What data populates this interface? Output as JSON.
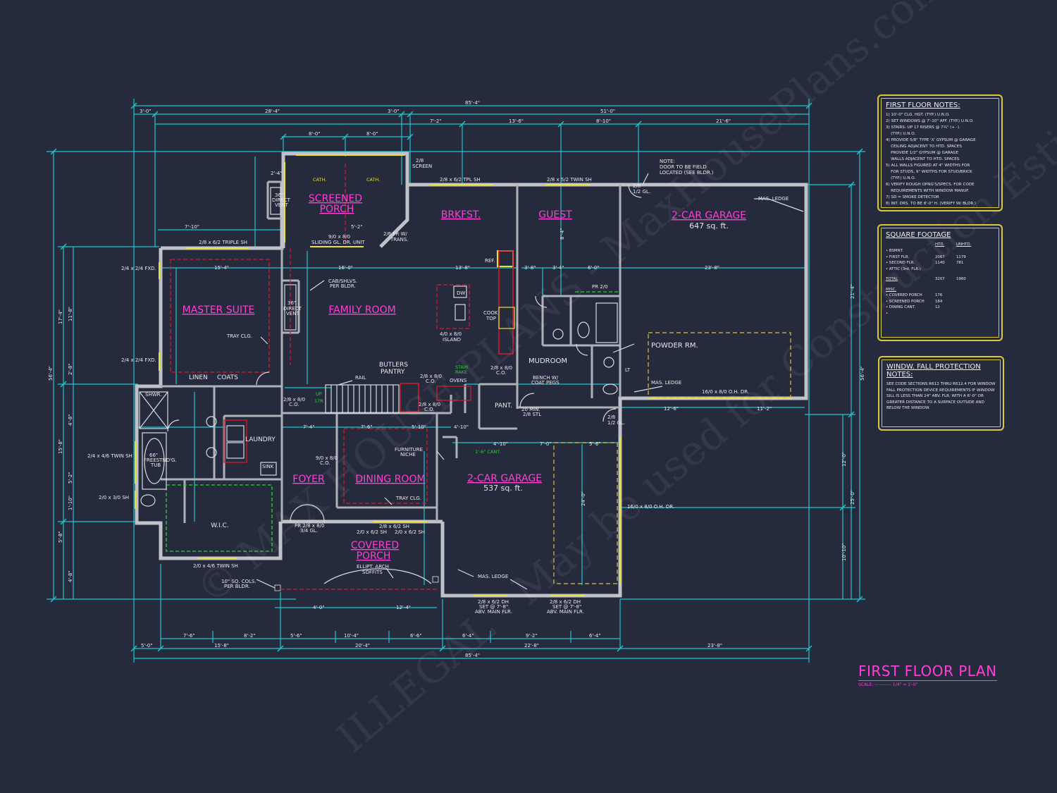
{
  "plan": {
    "title": "FIRST FLOOR PLAN",
    "scale": "SCALE: ----------- 1/4\" = 1'-0\""
  },
  "rooms": {
    "screened_porch": [
      "SCREENED",
      "PORCH"
    ],
    "brkfst": "BRKFST.",
    "guest": "GUEST",
    "garage_2car_a": "2-CAR GARAGE",
    "garage_2car_a_area": "647 sq. ft.",
    "master_suite": "MASTER SUITE",
    "family_room": "FAMILY ROOM",
    "powder_rm": "POWDER RM.",
    "mudroom": "MUDROOM",
    "foyer": "FOYER",
    "dining_room": "DINING ROOM",
    "garage_2car_b": "2-CAR GARAGE",
    "garage_2car_b_area": "537 sq. ft.",
    "covered_porch": [
      "COVERED",
      "PORCH"
    ],
    "wic": "W.I.C.",
    "laundry": "LAUNDRY",
    "linen": "LINEN",
    "coats": "COATS",
    "butlers_pantry": [
      "BUTLERS",
      "PANTRY"
    ],
    "pant": "PANT."
  },
  "notes": {
    "screen": [
      "2/8",
      "SCREEN"
    ],
    "cath_left": "CATH.",
    "cath_right": "CATH.",
    "direct_vent_top": [
      "36\"",
      "DIRECT",
      "VENT"
    ],
    "direct_vent_mid": [
      "36\"",
      "DIRECT",
      "VENT"
    ],
    "sliding": [
      "9/0 x 8/0",
      "SLIDING GL. DR. UNIT"
    ],
    "fr_trans": [
      "2/6 FR W/",
      "TRANS."
    ],
    "tpl_sh": "2/8 x 6/2 TPL SH",
    "twin_sh_top": "2/8 x 5/2 TWIN SH",
    "door_note": [
      "NOTE:",
      "DOOR TO BE FIELD",
      "LOCATED (SEE BLDR.)"
    ],
    "half_gl_top": [
      "2/8",
      "1/2 GL."
    ],
    "mas_ledge_top": "MAS. LEDGE",
    "triple_sh": "2/8 x 6/2 TRIPLE SH",
    "fxd_top": "2/4 x 2/4 FXD.",
    "fxd_mid": "2/4 x 2/4 FXD.",
    "cab_shlvs": [
      "CAB/SHLVS.",
      "PER BLDR."
    ],
    "ref": "REF.",
    "cook_top": [
      "COOK",
      "TOP"
    ],
    "island": [
      "4/0 x 8/0",
      "ISLAND"
    ],
    "dw": "DW",
    "pr_2_0": "PR 2/0",
    "tray_clg_master": "TRAY CLG.",
    "rail": "RAIL",
    "stair_rake": [
      "STAIR",
      "RAKE"
    ],
    "ovens": "OVENS",
    "co_28_80_a": [
      "2/8 x 8/0",
      "C.O."
    ],
    "co_28_80_b": [
      "2/8 x 8/0",
      "C.O."
    ],
    "co_28_80_c": [
      "2/8 x 8/0",
      "C.O."
    ],
    "co_28_80_d": [
      "2/8 x 8/0",
      "C.O."
    ],
    "bench": [
      "BENCH W/",
      "COAT PEGS"
    ],
    "min_stl": [
      "20 MIN.",
      "2/8 STL"
    ],
    "mas_ledge_pr": "MAS. LEDGE",
    "oh_dr_top": "16/0 x 8/0 O.H. DR.",
    "half_gl_mid": [
      "2/8",
      "1/2 GL."
    ],
    "twin_sh_left": "2/4 x 4/6 TWIN SH",
    "freestand": [
      "66\"",
      "FREESTND'G.",
      "TUB"
    ],
    "sh_left_low": "2/0 x 3/0 SH",
    "shwr": "SHWR.",
    "furniture_niche": [
      "FURNITURE",
      "NICHE"
    ],
    "cant": "1'-6\" CANT.",
    "tray_clg_dining": "TRAY CLG.",
    "co_90_80": [
      "9/0 x 8/0",
      "C.O."
    ],
    "pr_28_80": [
      "PR 2/8 x 8/0",
      "3/4 GL."
    ],
    "sh_covered_a": "2/8 x 6/2 SH",
    "sh_covered_b": "2/0 x 6/2 SH",
    "sh_covered_c": "2/0 x 6/2 SH",
    "ellipt": [
      "ELLIPT. ARCH",
      "SOFFITS"
    ],
    "sq_cols": [
      "10\" SQ. COLS.",
      "PER BLDR."
    ],
    "twin_sh_bottom": "2/0 x 4/6 TWIN SH",
    "mas_ledge_bottom": "MAS. LEDGE",
    "dh_a": [
      "2/8 x 6/2 DH",
      "SET @ 7'-8\"",
      "ABV. MAIN FLR."
    ],
    "dh_b": [
      "2/8 x 6/2 DH",
      "SET @ 7'-8\"",
      "ABV. MAIN FLR."
    ],
    "oh_dr_bottom": "16/0 x 8/0 O.H. DR.",
    "sink": "SINK",
    "lt": "LT",
    "tread_up": [
      "UP",
      "17R"
    ]
  },
  "dimensions": {
    "top_overall": "85'-4\"",
    "top_row2": [
      "3'-0\"",
      "28'-4\"",
      "3'-0\"",
      "51'-0\""
    ],
    "top_row3": [
      "7'-2\"",
      "13'-6\"",
      "8'-10\"",
      "21'-6\""
    ],
    "porch": [
      "8'-0\"",
      "8'-0\""
    ],
    "bottom_overall": "85'-4\"",
    "bottom_row2": [
      "5'-0\"",
      "15'-8\"",
      "20'-4\"",
      "22'-8\"",
      "23'-8\""
    ],
    "bottom_row3": [
      "7'-6\"",
      "8'-2\"",
      "5'-6\"",
      "10'-4\"",
      "6'-6\"",
      "6'-4\"",
      "9'-2\"",
      "6'-4\""
    ],
    "left_overall": "56'-4\"",
    "right_overall": "56'-4\"",
    "right_row2": [
      "21'-4\"",
      "25'-0\""
    ],
    "right_row3": [
      "12'-0\"",
      "10'-10\""
    ],
    "left_row2": [
      "17'-4\"",
      "15'-8\"",
      "5'-8\""
    ],
    "left_row3": [
      "11'-8\"",
      "2'-8\"",
      "4'-8\"",
      "5'-2\"",
      "1'-10\"",
      "4'-8\""
    ],
    "interior": [
      "15'-4\"",
      "16'-0\"",
      "13'-8\"",
      "23'-8\"",
      "12'-6\"",
      "11'-2\"",
      "7'-0\"",
      "5'-6\"",
      "7'-4\"",
      "7'-6\"",
      "5'-10\"",
      "4'-10\"",
      "4'-0\"",
      "12'-4\"",
      "3'-8\"",
      "3'-4\"",
      "6'-0\"",
      "7'-10\"",
      "5'-2\"",
      "2'-4\"",
      "8'-4\"",
      "24'-0\"",
      "4'-10\""
    ]
  },
  "first_floor_notes": {
    "title": "FIRST FLOOR NOTES:",
    "items": [
      "1) 10'-0\" CLG. HGT. (TYP.) U.N.O.",
      "2) SET WINDOWS @ 7'-10\" AFF. (TYP.) U.N.O.",
      "3) STAIRS: UP 17 RISERS @ 7¾\" (+ -)",
      "    (TYP.) U.N.O.",
      "4) PROVIDE 5/8\" TYPE 'X' GYPSUM @ GARAGE",
      "    CEILING ADJACENT TO HTD. SPACES",
      "    PROVIDE 1/2\" GYPSUM @ GARAGE",
      "    WALLS ADJACENT TO HTD. SPACES",
      "5) ALL WALLS FIGURED AT 4\" WIDTHS FOR",
      "    FOR STUDS, 9\" WIDTHS FOR STUD/BRICK",
      "    (TYP.) U.N.O.",
      "6) VERIFY ROUGH OPNG'S/SPECS. FOR CODE",
      "    REQUIREMENTS WITH WINDOW MANUF.",
      "7) SD = SMOKE DETECTOR",
      "8) INT. DRS. TO BE 8'-0\" H. (VERIFY W/ BLDR.)"
    ]
  },
  "square_footage": {
    "title": "SQUARE FOOTAGE",
    "col_htd": "HTD.",
    "col_unhtd": "UNHTD.",
    "rows": [
      {
        "label": "• BSMNT.",
        "htd": "",
        "unhtd": ""
      },
      {
        "label": "• FIRST FLR.",
        "htd": "2067",
        "unhtd": "1179"
      },
      {
        "label": "• SECOND FLR.",
        "htd": "1140",
        "unhtd": "781"
      },
      {
        "label": "• ATTIC (3rd. FLR.)",
        "htd": "",
        "unhtd": ""
      }
    ],
    "total_label": "TOTAL",
    "total_htd": "3207",
    "total_unhtd": "1960",
    "misc_label": "MISC.",
    "misc_rows": [
      {
        "label": "• COVERED PORCH",
        "val": "176"
      },
      {
        "label": "• SCREENED PORCH",
        "val": "184"
      },
      {
        "label": "• DINING CANT.",
        "val": "12"
      },
      {
        "label": "•",
        "val": ""
      }
    ]
  },
  "window_fall": {
    "title": "WINDW. FALL PROTECTION NOTES:",
    "lines": [
      "SEE CODE SECTIONS R612 THRU R612.4 FOR WINDOW",
      "FALL PROTECTION DEVICE REQUIREMENTS IF WINDOW",
      "SILL IS LESS THAN 24\" ABV. FLR. WITH A 6'-0\" OR",
      "GREATER DISTANCE TO A SURFACE OUTSIDE AND",
      "BELOW THE WINDOW."
    ]
  },
  "watermark": {
    "line1": "© MAX HOUSE PLANS - MaxHousePlans.com",
    "line2": "ILLEGAL - May be used for Construction Estimations"
  },
  "colors": {
    "background": "#262a3d",
    "dimension": "#1fc6cf",
    "room_label": "#ff3fd6",
    "wall": "#bfc3c9",
    "window": "#e8e13a",
    "panel_border": "#d8c93c"
  }
}
